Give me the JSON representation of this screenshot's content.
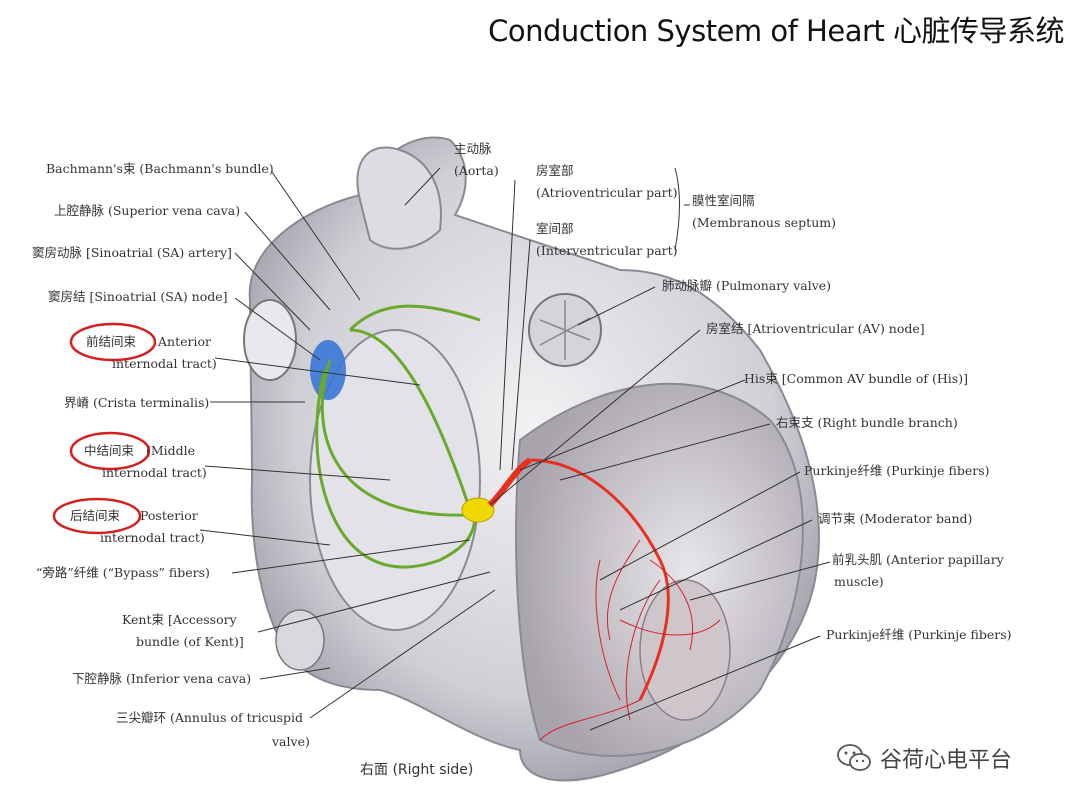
{
  "title": "Conduction System of Heart  心脏传导系统",
  "labels": {
    "bachmann": "Bachmann's束 (Bachmann's bundle)",
    "svc": "上腔静脉 (Superior vena cava)",
    "sa_artery": "窦房动脉 [Sinoatrial (SA) artery]",
    "sa_node": "窦房结 [Sinoatrial (SA) node]",
    "anterior_zh": "前结间束",
    "anterior_en1": "Anterior",
    "anterior_en2": "internodal tract)",
    "crista": "界嵴 (Crista terminalis)",
    "middle_zh": "中结间束",
    "middle_en1": "(Middle",
    "middle_en2": "internodal tract)",
    "posterior_zh": "后结间束",
    "posterior_en1": "Posterior",
    "posterior_en2": "internodal tract)",
    "bypass": "“旁路”纤维 (“Bypass” fibers)",
    "kent1": "Kent束 [Accessory",
    "kent2": "bundle (of Kent)]",
    "ivc": "下腔静脉 (Inferior vena cava)",
    "tricuspid1": "三尖瓣环 (Annulus of tricuspid",
    "tricuspid2": "valve)",
    "bottom": "右面 (Right side)",
    "aorta1": "主动脉",
    "aorta2": "(Aorta)",
    "av_part1": "房室部",
    "av_part2": "(Atrioventricular part)",
    "iv_part1": "室间部",
    "iv_part2": "(Interventricular part)",
    "membranous1": "膜性室间隔",
    "membranous2": "(Membranous septum)",
    "pulmonary": "肺动脉瓣 (Pulmonary valve)",
    "av_node": "房室结 [Atrioventricular (AV) node]",
    "his": "His束 [Common AV bundle of (His)]",
    "rbb": "右束支 (Right bundle branch)",
    "purkinje1": "Purkinje纤维 (Purkinje fibers)",
    "moderator": "调节束 (Moderator band)",
    "papillary1": "前乳头肌 (Anterior papillary",
    "papillary2": "muscle)",
    "purkinje2": "Purkinje纤维 (Purkinje fibers)"
  },
  "watermark": "谷荷心电平台",
  "colors": {
    "highlight_circle": "#d42020",
    "internodal_tracts": "#6aaa2a",
    "sa_node": "#3a78d6",
    "av_node": "#f0d800",
    "his_bundle": "#e83020",
    "purkinje": "#d8202e"
  }
}
